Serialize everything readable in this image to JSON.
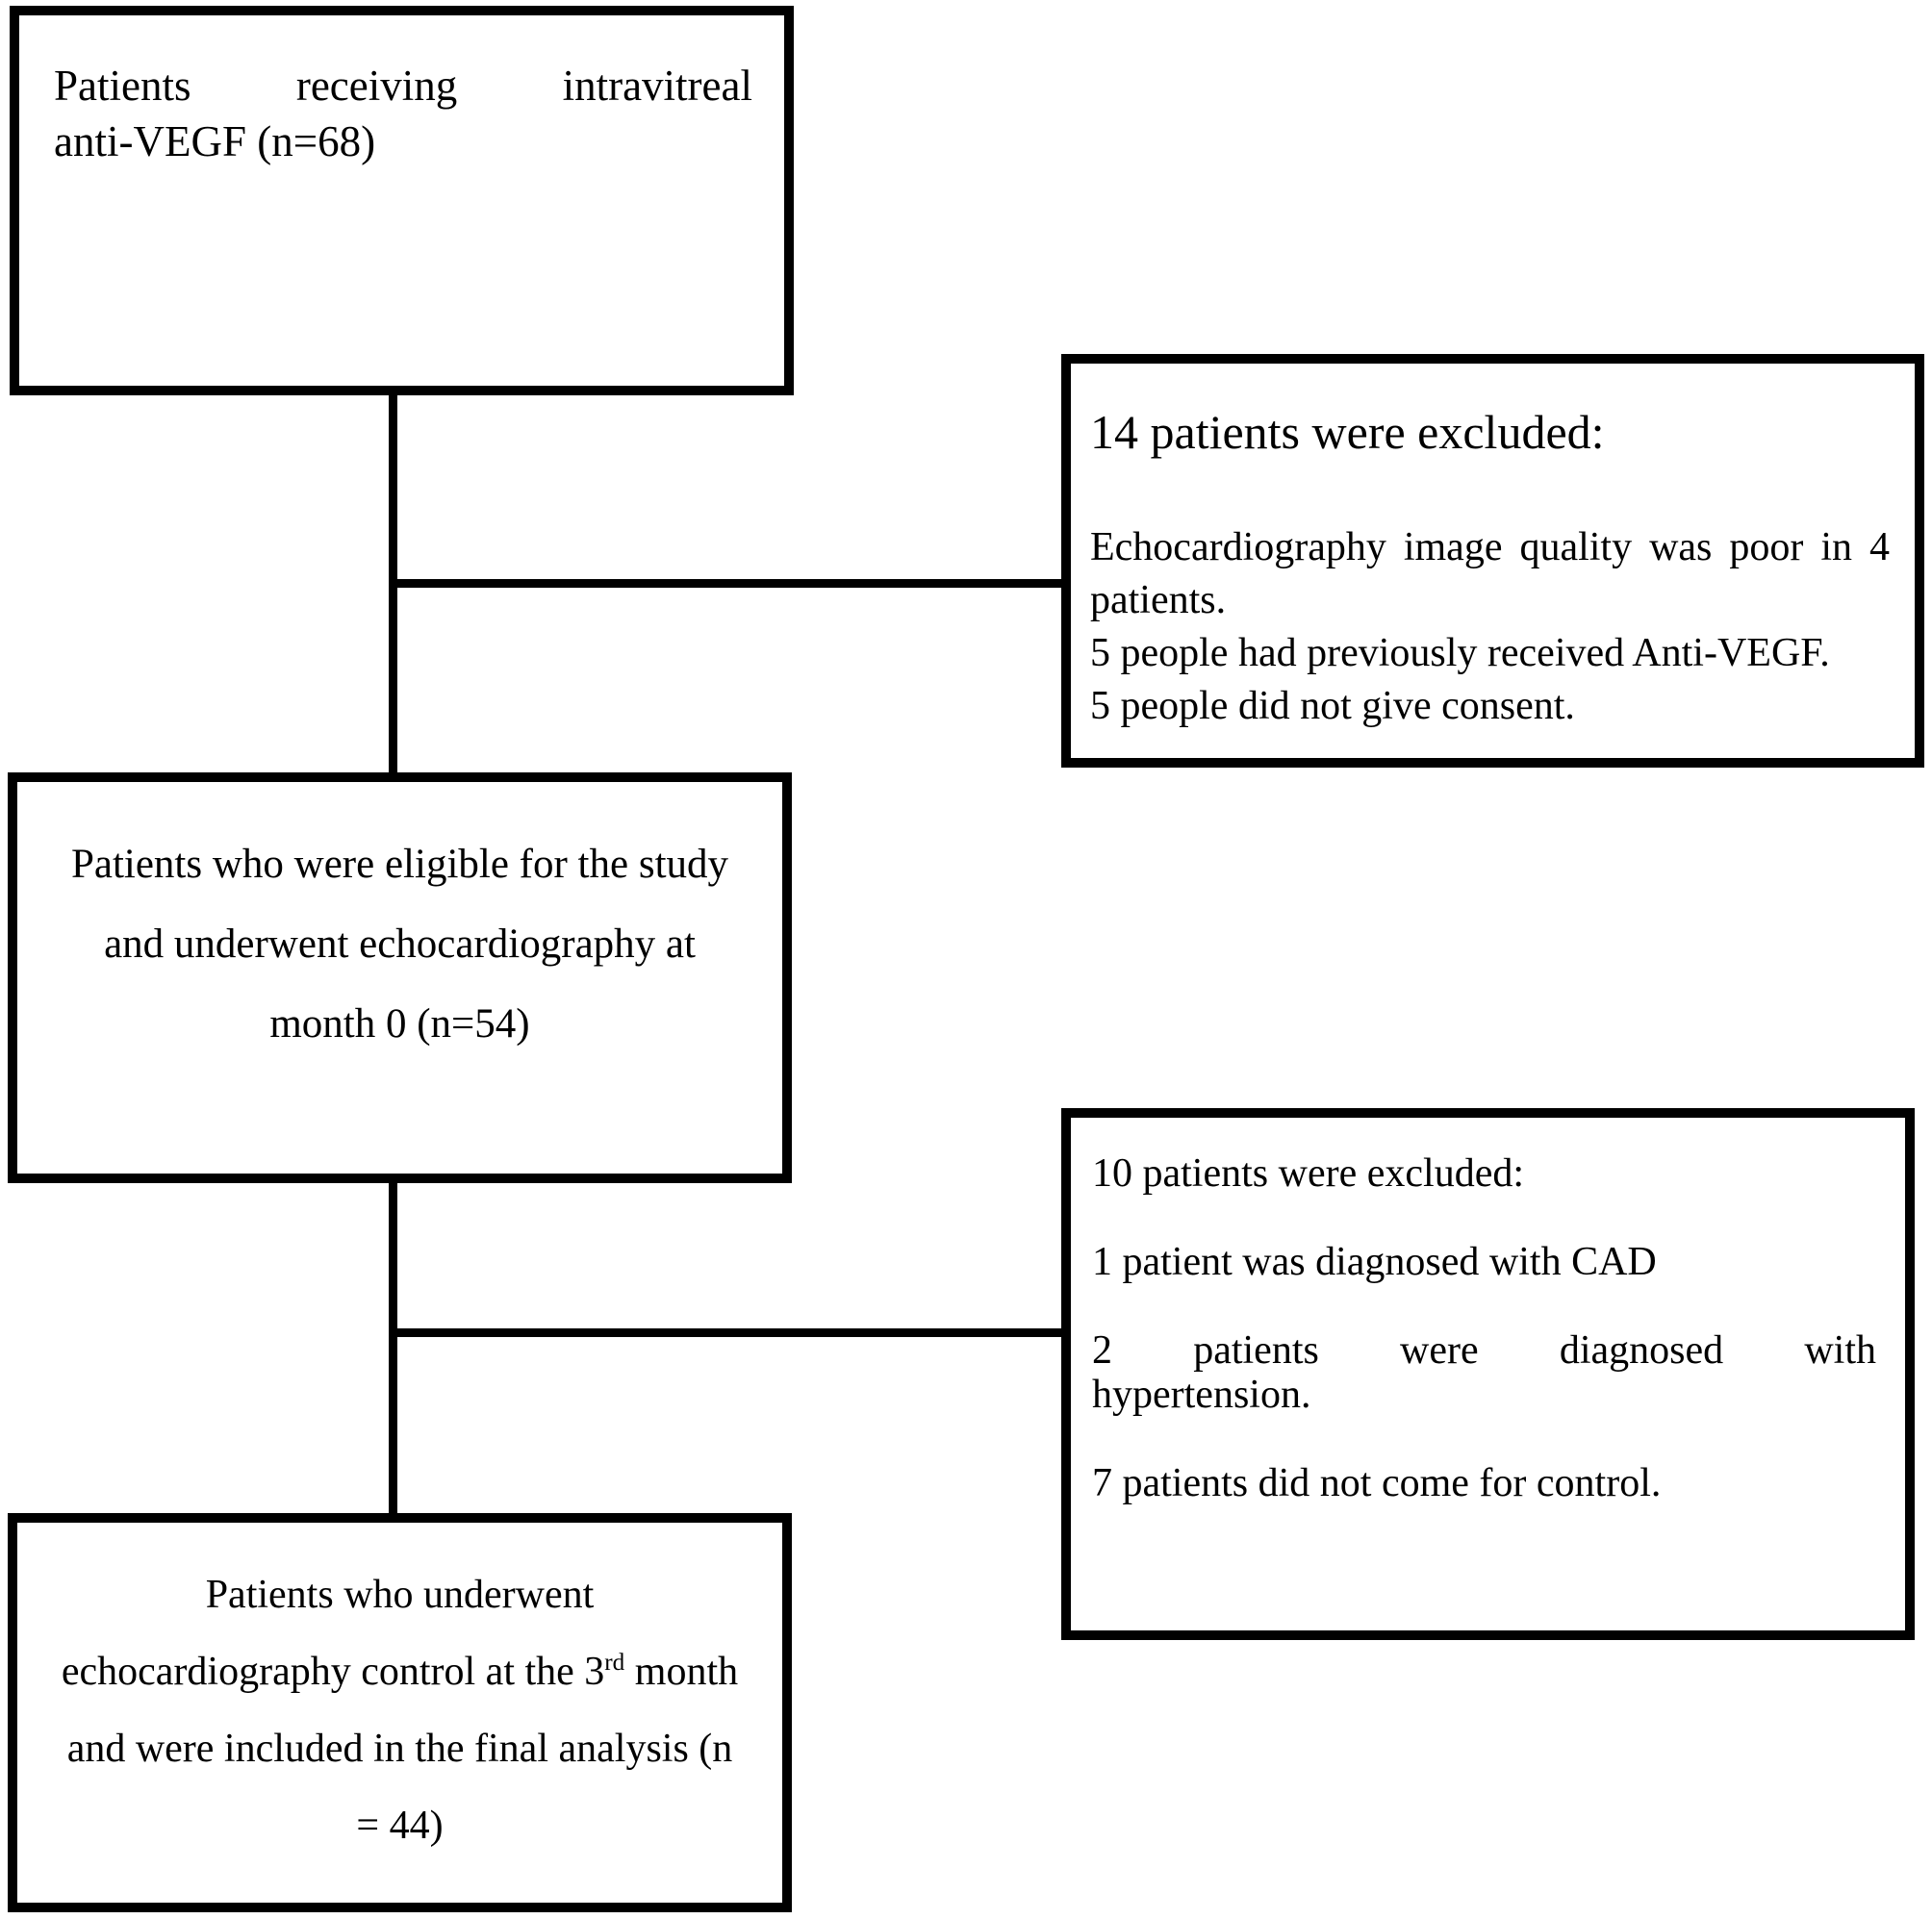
{
  "colors": {
    "background": "#ffffff",
    "border": "#000000",
    "text": "#000000"
  },
  "boxes": {
    "enrolled": {
      "line1": "Patients receiving intravitreal",
      "line2": "anti-VEGF (n=68)"
    },
    "excluded_first": {
      "heading": "14 patients were excluded:",
      "line1": "Echocardiography image quality was poor in 4",
      "line2": "patients.",
      "line3": "5 people had previously received Anti-VEGF.",
      "line4": "5 people did not give consent."
    },
    "eligible": {
      "line1": "Patients who were eligible for the study",
      "line2": "and underwent echocardiography at",
      "line3": "month 0 (n=54)"
    },
    "excluded_second": {
      "heading": "10 patients were excluded:",
      "line1": "1 patient was diagnosed with CAD",
      "line2": "2 patients were diagnosed with",
      "line3": "hypertension.",
      "line4": "7 patients did not come for control."
    },
    "final_analysis": {
      "line1": "Patients who underwent",
      "line2_pre": "echocardiography control at the 3",
      "line2_sup": "rd",
      "line2_post": " month",
      "line3": "and were included in the final analysis (n",
      "line4": "= 44)"
    }
  }
}
